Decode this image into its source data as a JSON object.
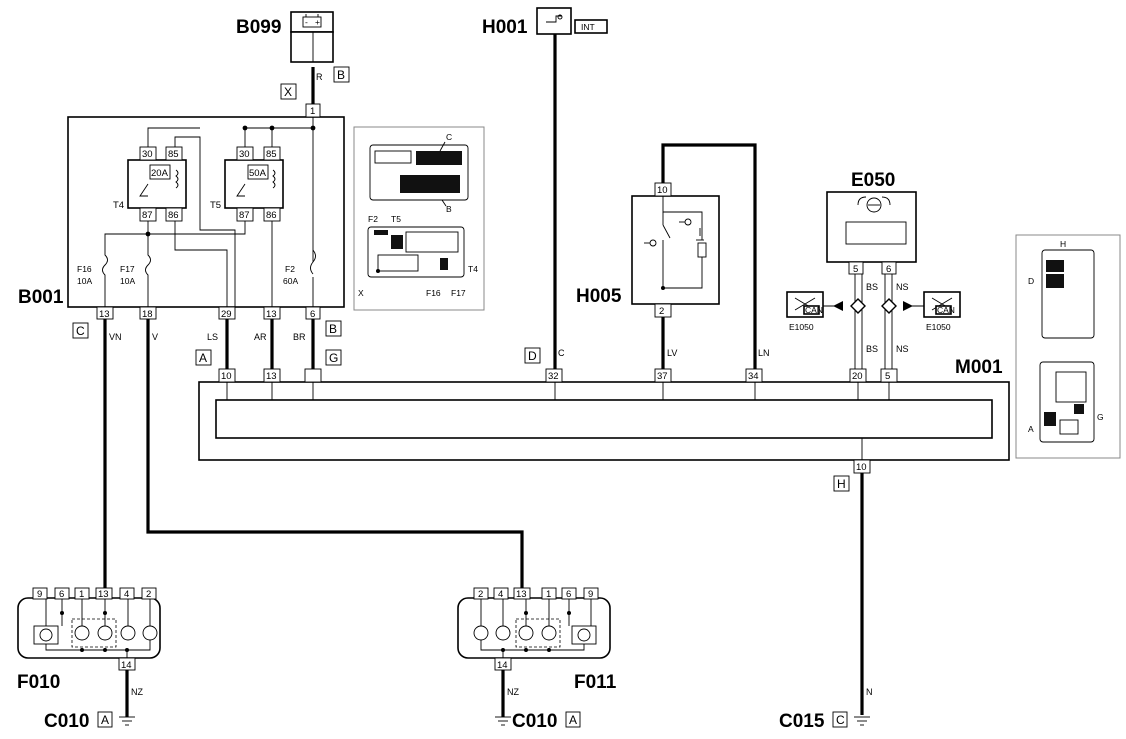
{
  "components": {
    "B099": {
      "code": "B099"
    },
    "H001": {
      "code": "H001",
      "tag": "INT"
    },
    "B001": {
      "code": "B001",
      "pins_top": [
        "1"
      ],
      "pins_bottom": [
        "13",
        "18",
        "29",
        "13",
        "6"
      ],
      "relays": [
        {
          "id": "T4",
          "rating": "20A",
          "pins": [
            "30",
            "85",
            "87",
            "86"
          ]
        },
        {
          "id": "T5",
          "rating": "50A",
          "pins": [
            "30",
            "85",
            "87",
            "86"
          ]
        }
      ],
      "fuses": [
        {
          "id": "F16",
          "rating": "10A"
        },
        {
          "id": "F17",
          "rating": "10A"
        },
        {
          "id": "F2",
          "rating": "60A"
        }
      ]
    },
    "H005": {
      "code": "H005",
      "pins": [
        "10",
        "2"
      ]
    },
    "E050": {
      "code": "E050",
      "pins": [
        "5",
        "6"
      ]
    },
    "E1050": {
      "code": "E1050",
      "can": "CAN"
    },
    "M001": {
      "code": "M001",
      "pins": [
        "10",
        "13",
        "32",
        "37",
        "34",
        "20",
        "5",
        "10"
      ]
    },
    "F010": {
      "code": "F010",
      "pins": [
        "9",
        "6",
        "1",
        "13",
        "4",
        "2",
        "14"
      ]
    },
    "F011": {
      "code": "F011",
      "pins": [
        "2",
        "4",
        "13",
        "1",
        "6",
        "9",
        "14"
      ]
    },
    "C010a": {
      "code": "C010",
      "conn": "A"
    },
    "C010b": {
      "code": "C010",
      "conn": "A"
    },
    "C015": {
      "code": "C015",
      "conn": "C"
    }
  },
  "connectors": {
    "X": "X",
    "B": "B",
    "C": "C",
    "A": "A",
    "G": "G",
    "D": "D",
    "H": "H"
  },
  "wires": {
    "R": "R",
    "VN": "VN",
    "V": "V",
    "LS": "LS",
    "AR": "AR",
    "BR": "BR",
    "C": "C",
    "LV": "LV",
    "LN": "LN",
    "BS": "BS",
    "NS": "NS",
    "NZ": "NZ",
    "N": "N"
  },
  "inset_labels": {
    "C": "C",
    "B": "B",
    "F2": "F2",
    "T5": "T5",
    "T4": "T4",
    "X": "X",
    "F16": "F16",
    "F17": "F17",
    "H": "H",
    "D": "D",
    "G": "G",
    "A": "A"
  }
}
